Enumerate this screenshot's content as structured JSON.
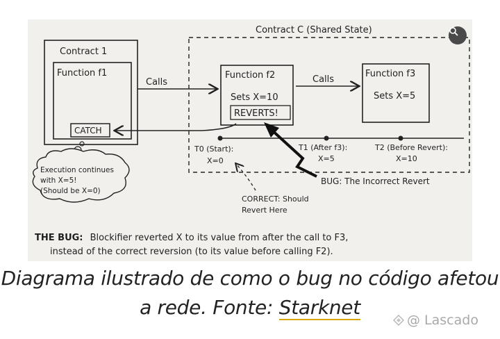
{
  "diagram": {
    "contract_c_title": "Contract C (Shared State)",
    "contract1_title": "Contract 1",
    "function_f1": "Function f1",
    "catch_label": "CATCH",
    "calls_label_1": "Calls",
    "calls_label_2": "Calls",
    "function_f2": "Function f2",
    "f2_sets": "Sets X=10",
    "f2_reverts": "REVERTS!",
    "function_f3": "Function f3",
    "f3_sets": "Sets X=5",
    "t0_label": "T0 (Start):",
    "t0_value": "X=0",
    "t1_label": "T1 (After f3):",
    "t1_value": "X=5",
    "t2_label": "T2 (Before Revert):",
    "t2_value": "X=10",
    "bug_label": "BUG: The Incorrect Revert",
    "correct_line1": "CORRECT: Should",
    "correct_line2": "Revert Here",
    "bubble_line1": "Execution continues",
    "bubble_line2": "with X=5!",
    "bubble_line3": "(Should be X=0)",
    "footer_bold": "THE BUG:",
    "footer_line1": "Blockifier reverted X to its value from after the call to F3,",
    "footer_line2": "instead of the correct reversion (to its value before calling F2)."
  },
  "caption": {
    "text": "Diagrama ilustrado de como o bug no código afetou a rede. Fonte:",
    "link": "Starknet"
  },
  "watermark": {
    "text": "@ Lascado"
  },
  "colors": {
    "paper": "#f1f0ec",
    "ink": "#1f1f1f",
    "link_underline": "#d8a400",
    "watermark": "#a9a9a9"
  }
}
